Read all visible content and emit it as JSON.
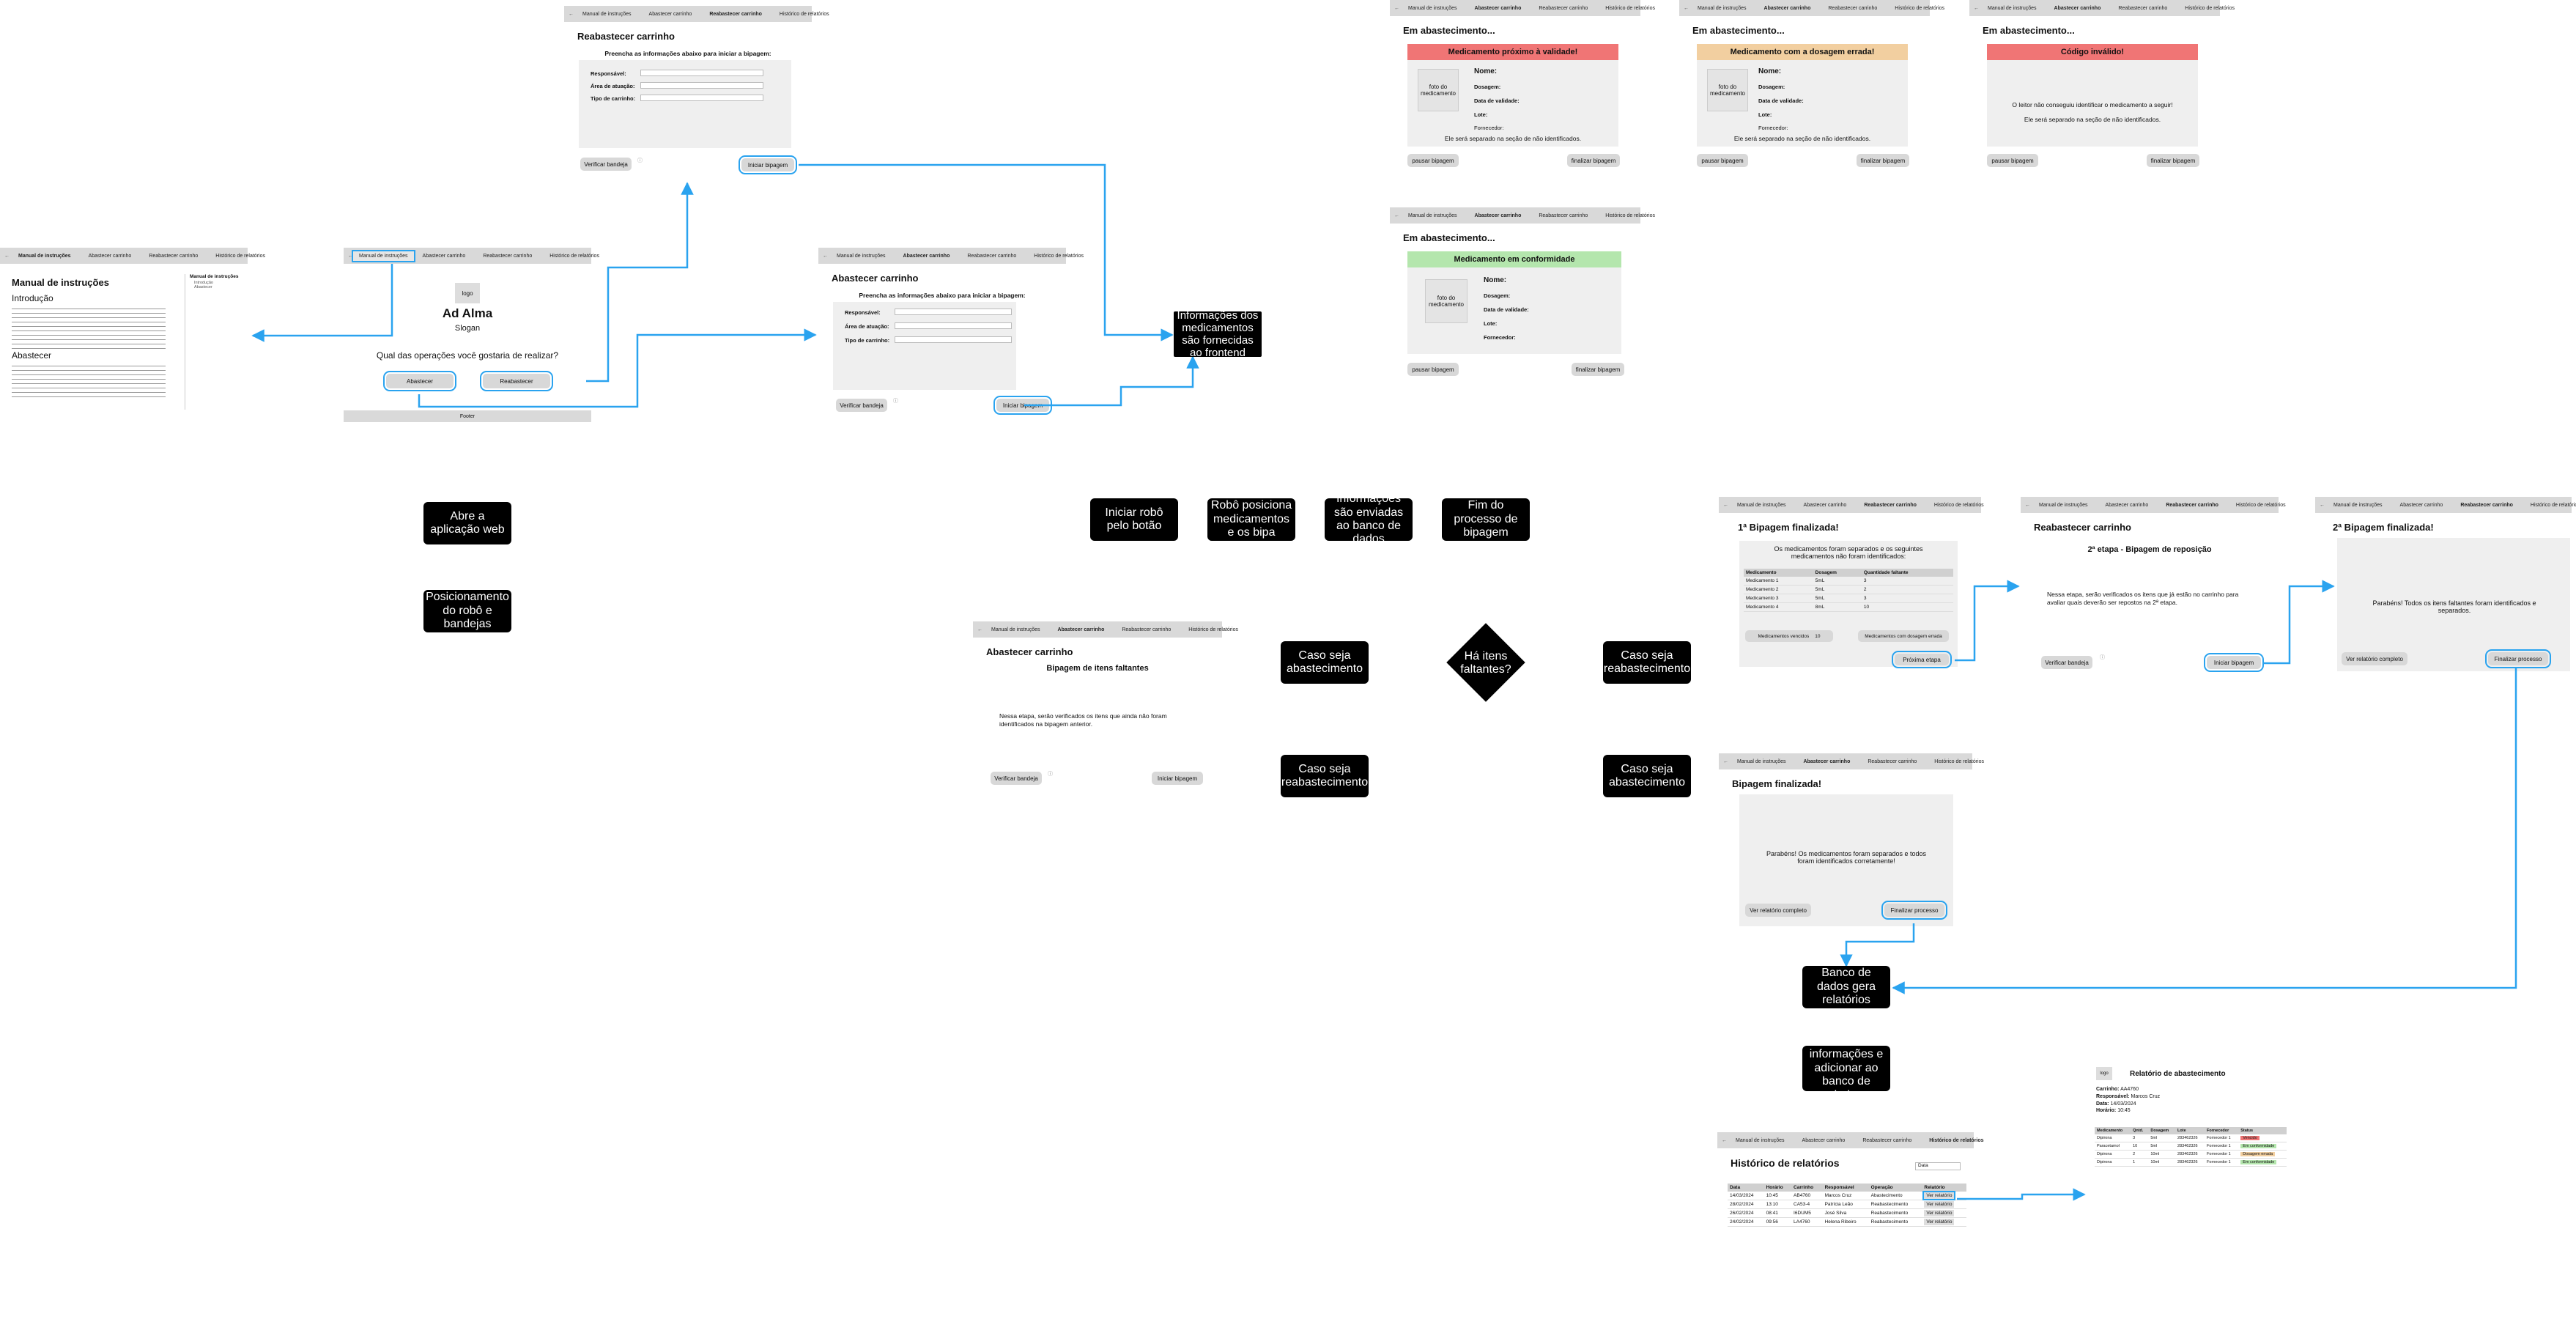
{
  "nav": {
    "back": "←",
    "manual": "Manual de instruções",
    "abastecer": "Abastecer carrinho",
    "reabastecer": "Reabastecer carrinho",
    "historico": "Histórico de relatórios"
  },
  "manual_screen": {
    "title": "Manual de instruções",
    "intro_heading": "Introdução",
    "abastecer_heading": "Abastecer",
    "side_title": "Manual de instruções",
    "side_items": [
      "Introdução",
      "Abastecer"
    ]
  },
  "home": {
    "logo": "logo",
    "app_name": "Ad Alma",
    "slogan": "Slogan",
    "question": "Qual das operações você gostaria de realizar?",
    "btn_abastecer": "Abastecer",
    "btn_reabastecer": "Reabastecer",
    "footer": "Footer"
  },
  "form": {
    "title_reab": "Reabastecer carrinho",
    "title_ab": "Abastecer carrinho",
    "instruction": "Preencha as informações abaixo para iniciar a bipagem:",
    "responsavel": "Responsável:",
    "area": "Área de atuação:",
    "tipo": "Tipo de carrinho:",
    "verify": "Verificar bandeja",
    "start": "Iniciar bipagem",
    "info": "ⓘ"
  },
  "scanning": {
    "title": "Em abastecimento...",
    "photo": "foto do medicamento",
    "nome": "Nome:",
    "dosagem": "Dosagem:",
    "validade": "Data de validade:",
    "lote": "Lote:",
    "fornecedor": "Fornecedor:",
    "pause": "pausar bipagem",
    "finish": "finalizar bipagem",
    "alert_validade": "Medicamento próximo à validade!",
    "alert_dosagem": "Medicamento com a dosagem errada!",
    "alert_codigo": "Código inválido!",
    "alert_ok": "Medicamento em conformidade",
    "separated": "Ele será separado na seção de não identificados.",
    "reader_fail": "O leitor não conseguiu identificar o medicamento a seguir!",
    "colors": {
      "red": "#f07575",
      "orange": "#f2cfa0",
      "green": "#b4e6ad"
    }
  },
  "missing": {
    "title": "Abastecer carrinho",
    "subtitle": "Bipagem de itens faltantes",
    "text": "Nessa etapa, serão verificados os itens que ainda não foram identificados na bipagem anterior.",
    "verify": "Verificar bandeja",
    "start": "Iniciar bipagem"
  },
  "first_done": {
    "title": "1ª Bipagem finalizada!",
    "text": "Os medicamentos foram separados e os seguintes medicamentos não foram identificados:",
    "headers": [
      "Medicamento",
      "Dosagem",
      "Quantidade faltante"
    ],
    "rows": [
      [
        "Medicamento 1",
        "5mL",
        "3"
      ],
      [
        "Medicamento 2",
        "5mL",
        "2"
      ],
      [
        "Medicamento 3",
        "5mL",
        "3"
      ],
      [
        "Medicamento 4",
        "8mL",
        "10"
      ]
    ],
    "btn_vencidos": "Medicamentos vencidos",
    "btn_vencidos_count": "10",
    "btn_dosagem": "Medicamentos com dosagem errada",
    "next": "Próxima etapa"
  },
  "second_stage": {
    "title": "Reabastecer carrinho",
    "subtitle": "2ª etapa - Bipagem de reposição",
    "text": "Nessa etapa, serão verificados os itens que já estão no carrinho para avaliar quais deverão ser repostos na 2ª etapa.",
    "verify": "Verificar bandeja",
    "start": "Iniciar bipagem"
  },
  "second_done": {
    "title": "2ª Bipagem finalizada!",
    "text": "Parabéns! Todos os itens faltantes foram identificados e separados.",
    "report": "Ver relatório completo",
    "finish": "Finalizar processo"
  },
  "done": {
    "title": "Bipagem finalizada!",
    "text": "Parabéns! Os medicamentos foram separados e todos foram identificados corretamente!",
    "report": "Ver relatório completo",
    "finish": "Finalizar processo"
  },
  "history": {
    "title": "Histórico de relatórios",
    "filter": "Data",
    "headers": [
      "Data",
      "Horário",
      "Carrinho",
      "Responsável",
      "Operação",
      "Relatório"
    ],
    "rows": [
      [
        "14/03/2024",
        "10:45",
        "AB4760",
        "Marcos Cruz",
        "Abastecimento",
        "Ver relatório"
      ],
      [
        "28/02/2024",
        "13:10",
        "CA53-4",
        "Patrícia Leão",
        "Reabastecimento",
        "Ver relatório"
      ],
      [
        "26/02/2024",
        "08:41",
        "I6DUM5",
        "José Silva",
        "Reabastecimento",
        "Ver relatório"
      ],
      [
        "24/02/2024",
        "09:56",
        "LA4760",
        "Helena Ribeiro",
        "Reabastecimento",
        "Ver relatório"
      ]
    ]
  },
  "report": {
    "logo": "logo",
    "title": "Relatório de abastecimento",
    "carrinho_label": "Carrinho:",
    "carrinho": "AA4760",
    "resp_label": "Responsável:",
    "resp": "Marcos Cruz",
    "data_label": "Data:",
    "data": "14/03/2024",
    "hora_label": "Horário:",
    "hora": "10:45",
    "headers": [
      "Medicamento",
      "Qntd.",
      "Dosagem",
      "Lote",
      "Fornecedor",
      "Status"
    ],
    "rows": [
      [
        "Dipirona",
        "3",
        "5ml",
        "283462326",
        "Fornecedor 1",
        "Vencido"
      ],
      [
        "Paracetamol",
        "10",
        "5ml",
        "283462326",
        "Fornecedor 1",
        "Em conformidade"
      ],
      [
        "Dipirona",
        "2",
        "10ml",
        "283462326",
        "Fornecedor 1",
        "Dosagem errada"
      ],
      [
        "Dipirona",
        "1",
        "10ml",
        "283462326",
        "Fornecedor 1",
        "Em conformidade"
      ]
    ]
  },
  "legend": {
    "open_app": "Abre a aplicação web",
    "position": "Posicionamento do robô e bandejas",
    "start_robot": "Iniciar robô pelo botão",
    "robot_pos": "Robô posiciona medicamentos e os bipa",
    "info_db": "Informações são enviadas ao banco de dados",
    "end": "Fim do processo de bipagem",
    "frontend": "Informações dos medicamentos são fornecidas ao frontend",
    "case_ab": "Caso seja abastecimento",
    "case_reab": "Caso seja reabastecimento",
    "diamond": "Há itens faltantes?",
    "db_report": "Banco de dados gera relatórios",
    "show_info": "Exibir informações e adicionar ao banco de dados"
  }
}
